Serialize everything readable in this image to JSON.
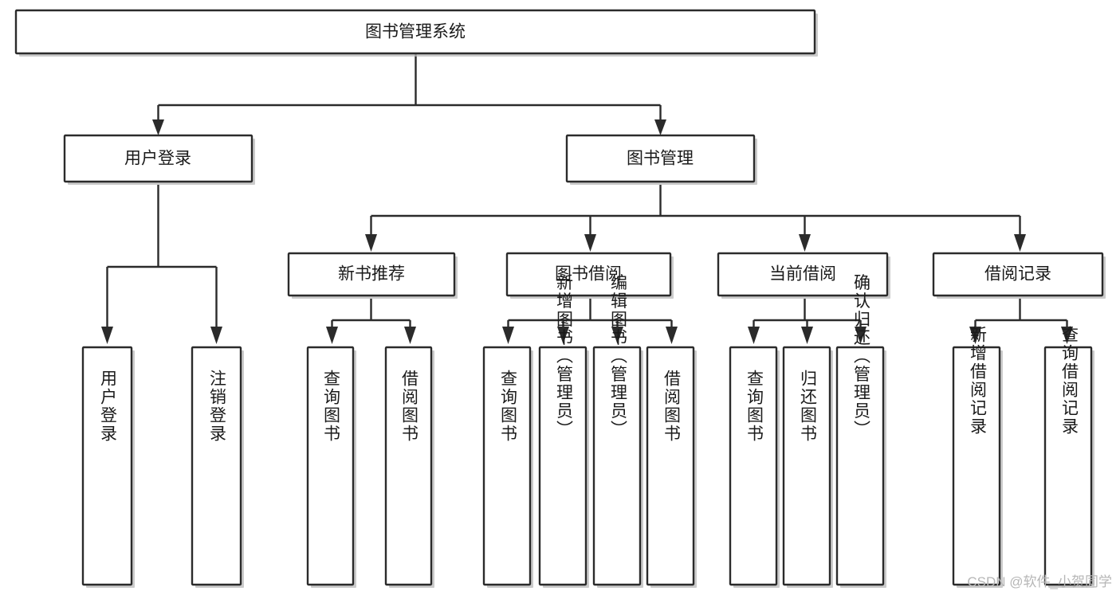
{
  "diagram": {
    "title": "图书管理系统",
    "type": "tree",
    "watermark": "CSDN @软件_小贺同学",
    "colors": {
      "box_stroke": "#2b2b2b",
      "box_fill": "#ffffff",
      "connector": "#2b2b2b",
      "text": "#1a1a1a",
      "watermark": "#b6b6b6",
      "background": "#ffffff"
    },
    "root": {
      "label": "图书管理系统",
      "orientation": "horizontal"
    },
    "level2": [
      {
        "label": "用户登录",
        "orientation": "horizontal"
      },
      {
        "label": "图书管理",
        "orientation": "horizontal"
      }
    ],
    "level3": [
      {
        "label": "新书推荐",
        "orientation": "horizontal",
        "parent": "图书管理"
      },
      {
        "label": "图书借阅",
        "orientation": "horizontal",
        "parent": "图书管理"
      },
      {
        "label": "当前借阅",
        "orientation": "horizontal",
        "parent": "图书管理"
      },
      {
        "label": "借阅记录",
        "orientation": "horizontal",
        "parent": "图书管理"
      }
    ],
    "leaves": {
      "用户登录": [
        {
          "label": "用户登录",
          "orientation": "vertical"
        },
        {
          "label": "注销登录",
          "orientation": "vertical"
        }
      ],
      "新书推荐": [
        {
          "label": "查询图书",
          "orientation": "vertical"
        },
        {
          "label": "借阅图书",
          "orientation": "vertical"
        }
      ],
      "图书借阅": [
        {
          "label": "查询图书",
          "orientation": "vertical"
        },
        {
          "label": "新增图书（管理员）",
          "orientation": "vertical"
        },
        {
          "label": "编辑图书（管理员）",
          "orientation": "vertical"
        },
        {
          "label": "借阅图书",
          "orientation": "vertical"
        }
      ],
      "当前借阅": [
        {
          "label": "查询图书",
          "orientation": "vertical"
        },
        {
          "label": "归还图书",
          "orientation": "vertical"
        },
        {
          "label": "确认归还（管理员）",
          "orientation": "vertical"
        }
      ],
      "借阅记录": [
        {
          "label": "新增借阅记录",
          "orientation": "vertical"
        },
        {
          "label": "查询借阅记录",
          "orientation": "vertical"
        }
      ]
    }
  }
}
